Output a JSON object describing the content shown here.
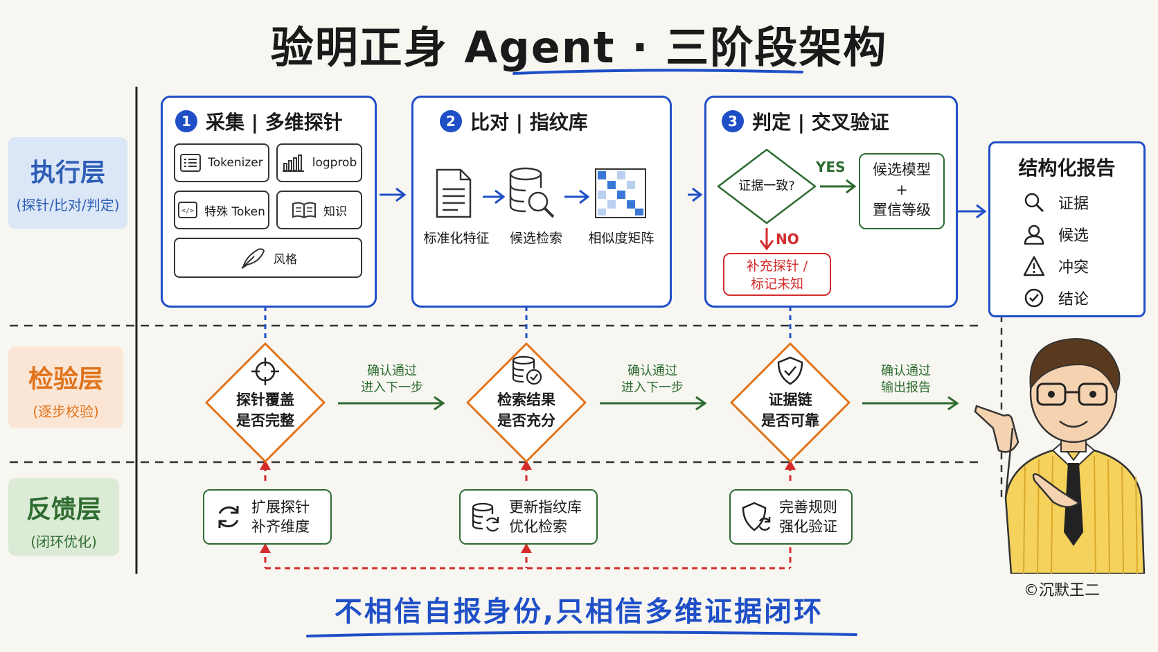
{
  "title": "验明正身 Agent · 三阶段架构",
  "layers": [
    {
      "name": "执行层",
      "sub": "(探针/比对/判定)",
      "color": "#2d5db5",
      "bg": "#dbe7f7"
    },
    {
      "name": "检验层",
      "sub": "(逐步校验)",
      "color": "#e0731b",
      "bg": "#fbe6d6"
    },
    {
      "name": "反馈层",
      "sub": "(闭环优化)",
      "color": "#2e6b2f",
      "bg": "#dcebd6"
    }
  ],
  "stage1": {
    "num": "1",
    "title": "采集 | 多维探针",
    "probes": [
      "Tokenizer",
      "logprob",
      "特殊 Token",
      "知识"
    ],
    "style_probe": "风格"
  },
  "stage2": {
    "num": "2",
    "title": "比对 | 指纹库",
    "steps": [
      "标准化特征",
      "候选检索",
      "相似度矩阵"
    ]
  },
  "stage3": {
    "num": "3",
    "title": "判定 | 交叉验证",
    "decision": "证据一致?",
    "yes": "YES",
    "no": "NO",
    "yes_box": [
      "候选模型",
      "+",
      "置信等级"
    ],
    "no_box": [
      "补充探针 /",
      "标记未知"
    ]
  },
  "report": {
    "title": "结构化报告",
    "items": [
      {
        "icon": "search-icon",
        "label": "证据"
      },
      {
        "icon": "user-icon",
        "label": "候选"
      },
      {
        "icon": "warning-icon",
        "label": "冲突"
      },
      {
        "icon": "check-circle-icon",
        "label": "结论"
      }
    ]
  },
  "checks": [
    {
      "icon": "crosshair-icon",
      "lines": [
        "探针覆盖",
        "是否完整"
      ]
    },
    {
      "icon": "database-check-icon",
      "lines": [
        "检索结果",
        "是否充分"
      ]
    },
    {
      "icon": "shield-check-icon",
      "lines": [
        "证据链",
        "是否可靠"
      ]
    }
  ],
  "check_links": [
    [
      "确认通过",
      "进入下一步"
    ],
    [
      "确认通过",
      "进入下一步"
    ],
    [
      "确认通过",
      "输出报告"
    ]
  ],
  "feedback": [
    {
      "icon": "refresh-icon",
      "lines": [
        "扩展探针",
        "补齐维度"
      ]
    },
    {
      "icon": "database-refresh-icon",
      "lines": [
        "更新指纹库",
        "优化检索"
      ]
    },
    {
      "icon": "shield-refresh-icon",
      "lines": [
        "完善规则",
        "强化验证"
      ]
    }
  ],
  "motto": "不相信自报身份,只相信多维证据闭环",
  "signature": "©沉默王二",
  "colors": {
    "blue": "#1f4fc7",
    "orange": "#e0731b",
    "green": "#2c6b2f",
    "red": "#d42a2a"
  }
}
